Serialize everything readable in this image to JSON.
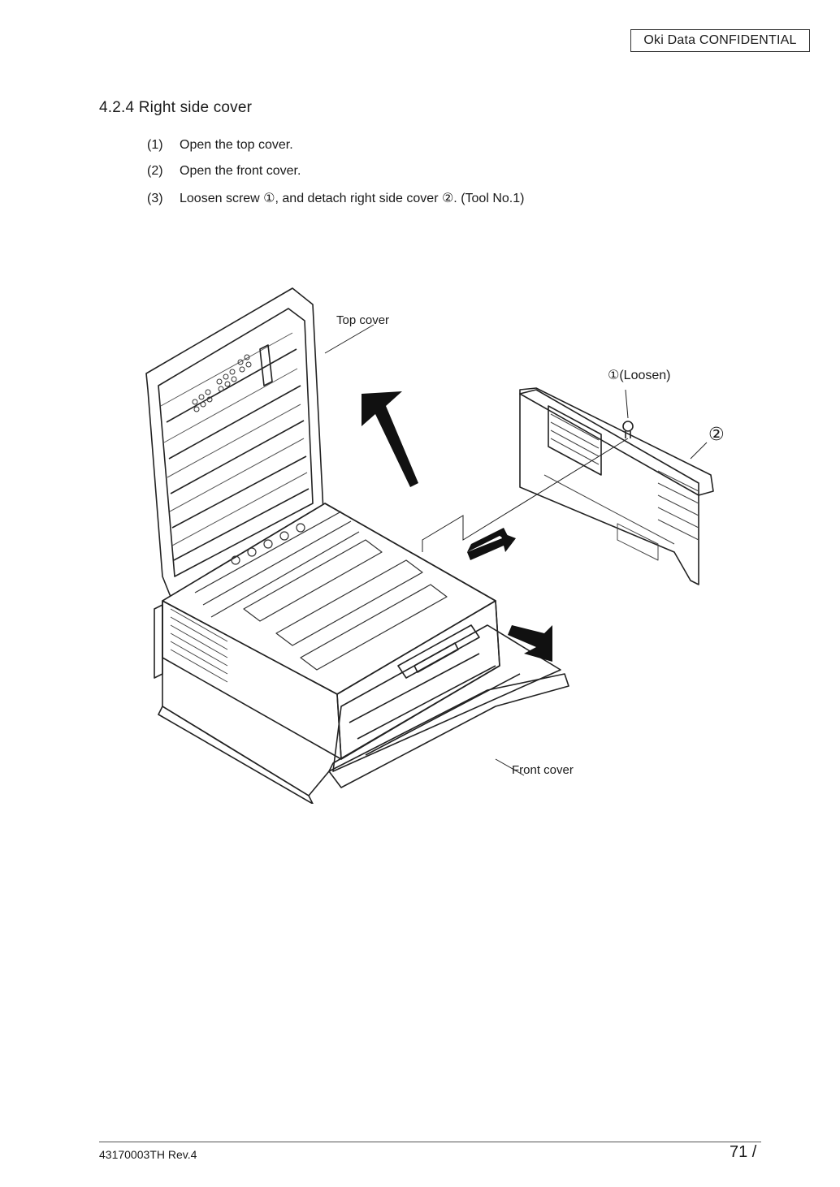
{
  "header": {
    "confidential": "Oki  Data  CONFIDENTIAL"
  },
  "section": {
    "number_title": "4.2.4  Right side cover"
  },
  "steps": [
    {
      "num": "(1)",
      "text": "Open the top cover."
    },
    {
      "num": "(2)",
      "text": "Open the front cover."
    },
    {
      "num": "(3)",
      "text": "Loosen screw ①, and detach right side cover ②. (Tool No.1)"
    }
  ],
  "figure": {
    "label_top_cover": "Top cover",
    "label_loosen": "①(Loosen)",
    "label_two": "②",
    "label_front_cover": "Front cover"
  },
  "footer": {
    "doc_id": "43170003TH  Rev.4",
    "page": "71 /"
  }
}
